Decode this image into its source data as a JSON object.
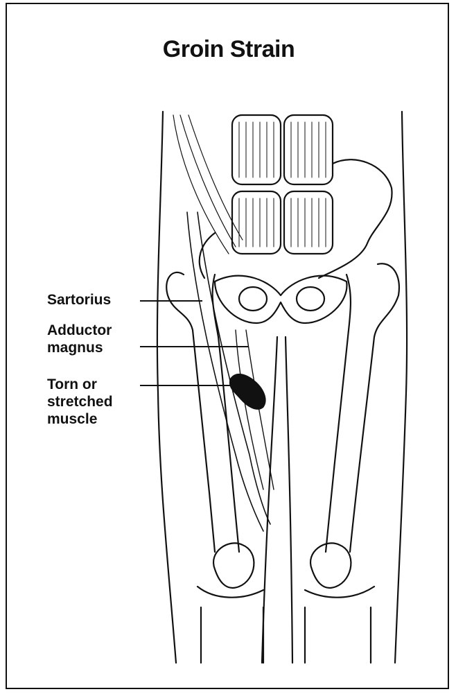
{
  "title": "Groin Strain",
  "labels": {
    "sartorius": "Sartorius",
    "adductor_magnus": [
      "Adductor",
      "magnus"
    ],
    "torn_muscle": [
      "Torn or",
      "stretched",
      "muscle"
    ]
  },
  "colors": {
    "ink": "#111111",
    "background": "#ffffff",
    "injury": "#111111"
  }
}
